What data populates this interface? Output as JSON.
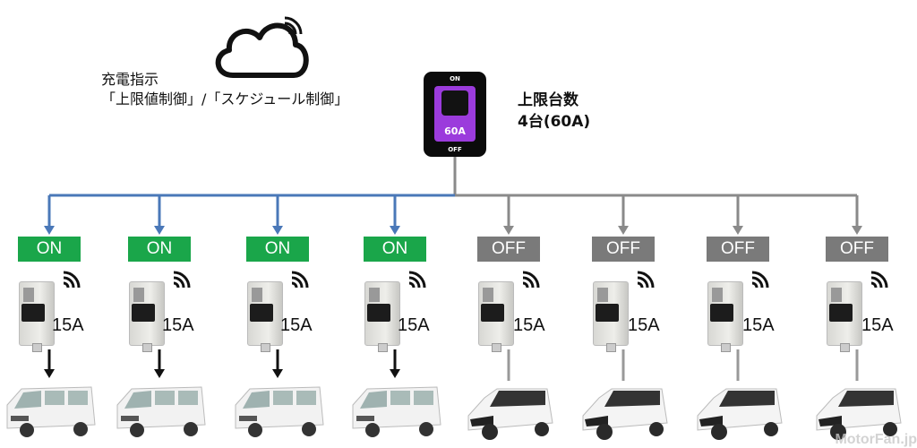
{
  "instruction": {
    "line1": "充電指示",
    "line2": "「上限値制御」/「スケジュール制御」"
  },
  "main_breaker": {
    "on_label": "ON",
    "off_label": "OFF",
    "rating": "60A"
  },
  "limit": {
    "line1": "上限台数",
    "line2": "4台(60A)"
  },
  "colors": {
    "on": "#1aa64a",
    "off": "#7a7a7a",
    "wire_on": "#4a78b8",
    "wire_off": "#8a8a8a",
    "breaker_accent": "#9b3bdc"
  },
  "units": [
    {
      "state": "ON",
      "current": "15A",
      "vehicle": "van"
    },
    {
      "state": "ON",
      "current": "15A",
      "vehicle": "van"
    },
    {
      "state": "ON",
      "current": "15A",
      "vehicle": "van"
    },
    {
      "state": "ON",
      "current": "15A",
      "vehicle": "van"
    },
    {
      "state": "OFF",
      "current": "15A",
      "vehicle": "kei-car"
    },
    {
      "state": "OFF",
      "current": "15A",
      "vehicle": "kei-car"
    },
    {
      "state": "OFF",
      "current": "15A",
      "vehicle": "kei-car"
    },
    {
      "state": "OFF",
      "current": "15A",
      "vehicle": "kei-car"
    }
  ],
  "watermark": "MotorFan.jp"
}
